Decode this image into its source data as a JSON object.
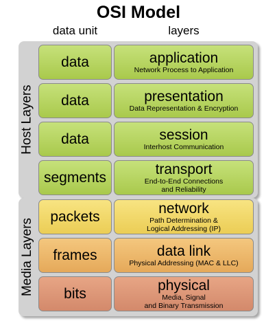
{
  "title": "OSI Model",
  "headers": {
    "unit": "data unit",
    "layers": "layers"
  },
  "groups": {
    "host": "Host Layers",
    "media": "Media Layers"
  },
  "rows": [
    {
      "unit": "data",
      "layer": "application",
      "desc": [
        "Network Process to Application"
      ],
      "color": "#b8d563"
    },
    {
      "unit": "data",
      "layer": "presentation",
      "desc": [
        "Data Representation & Encryption"
      ],
      "color": "#b8d563"
    },
    {
      "unit": "data",
      "layer": "session",
      "desc": [
        "Interhost Communication"
      ],
      "color": "#b8d563"
    },
    {
      "unit": "segments",
      "layer": "transport",
      "desc": [
        "End-to-End Connections",
        "and Reliability"
      ],
      "color": "#b8d563"
    },
    {
      "unit": "packets",
      "layer": "network",
      "desc": [
        "Path Determination &",
        "Logical Addressing (IP)"
      ],
      "color": "#f2da6a"
    },
    {
      "unit": "frames",
      "layer": "data link",
      "desc": [
        "Physical Addressing (MAC & LLC)"
      ],
      "color": "#edb86b"
    },
    {
      "unit": "bits",
      "layer": "physical",
      "desc": [
        "Media, Signal",
        "and Binary Transmission"
      ],
      "color": "#dd9779"
    }
  ]
}
